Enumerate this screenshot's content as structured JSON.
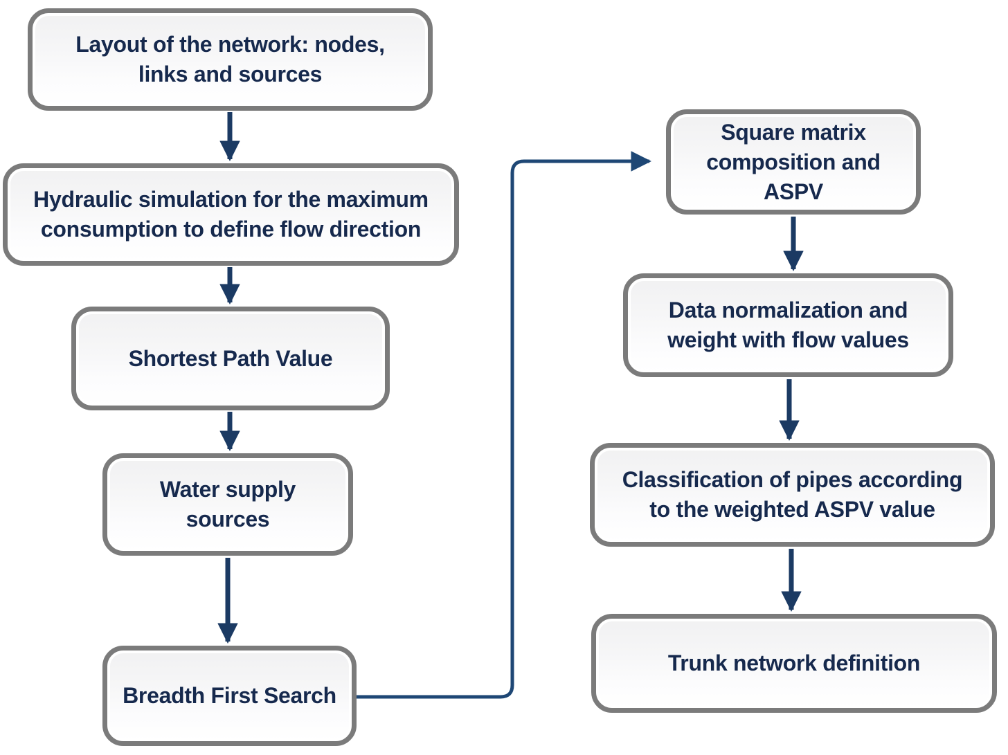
{
  "diagram": {
    "type": "flowchart",
    "background_color": "#ffffff",
    "colors": {
      "node_text": "#16294d",
      "node_border": "#7b7b7b",
      "node_fill_top": "#f1f1f2",
      "node_fill_bottom": "#ffffff",
      "arrow": "#1b3a63",
      "connector": "#1e4775"
    },
    "nodes": [
      {
        "id": "layout-network",
        "label": "Layout of the network: nodes, links and sources",
        "lines": [
          "Layout of the network: nodes,",
          "links and sources"
        ]
      },
      {
        "id": "hydraulic-simulation",
        "label": "Hydraulic simulation for the maximum consumption to define flow direction",
        "lines": [
          "Hydraulic simulation for the maximum",
          "consumption to define flow direction"
        ]
      },
      {
        "id": "shortest-path-value",
        "label": "Shortest Path Value",
        "lines": [
          "Shortest Path Value"
        ]
      },
      {
        "id": "water-supply-sources",
        "label": "Water supply sources",
        "lines": [
          "Water supply",
          "sources"
        ]
      },
      {
        "id": "breadth-first-search",
        "label": "Breadth First Search",
        "lines": [
          "Breadth First Search"
        ]
      },
      {
        "id": "square-matrix-aspv",
        "label": "Square matrix composition and ASPV",
        "lines": [
          "Square matrix",
          "composition and",
          "ASPV"
        ]
      },
      {
        "id": "data-normalization",
        "label": "Data normalization and weight with flow values",
        "lines": [
          "Data normalization and",
          "weight with flow values"
        ]
      },
      {
        "id": "pipe-classification",
        "label": "Classification of pipes according to the weighted ASPV value",
        "lines": [
          "Classification of pipes according",
          "to the weighted ASPV value"
        ]
      },
      {
        "id": "trunk-network",
        "label": "Trunk network definition",
        "lines": [
          "Trunk network definition"
        ]
      }
    ],
    "edges": [
      {
        "from": "layout-network",
        "to": "hydraulic-simulation",
        "style": "straight-arrow"
      },
      {
        "from": "hydraulic-simulation",
        "to": "shortest-path-value",
        "style": "straight-arrow"
      },
      {
        "from": "shortest-path-value",
        "to": "water-supply-sources",
        "style": "straight-arrow"
      },
      {
        "from": "water-supply-sources",
        "to": "breadth-first-search",
        "style": "straight-arrow"
      },
      {
        "from": "breadth-first-search",
        "to": "square-matrix-aspv",
        "style": "elbow-arrow"
      },
      {
        "from": "square-matrix-aspv",
        "to": "data-normalization",
        "style": "straight-arrow"
      },
      {
        "from": "data-normalization",
        "to": "pipe-classification",
        "style": "straight-arrow"
      },
      {
        "from": "pipe-classification",
        "to": "trunk-network",
        "style": "straight-arrow"
      }
    ]
  }
}
